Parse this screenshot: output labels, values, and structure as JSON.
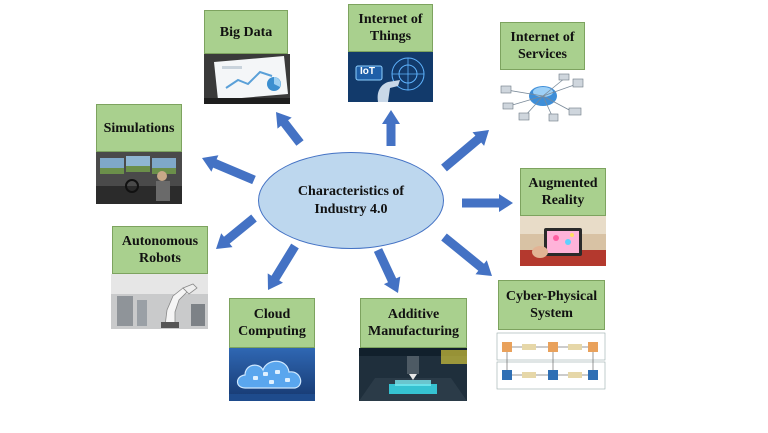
{
  "center": {
    "title": "Characteristics of Industry 4.0"
  },
  "nodes": [
    {
      "id": "big-data",
      "label": "Big Data",
      "icon": "laptop-chart-photo"
    },
    {
      "id": "internet-of-things",
      "label": "Internet of Things",
      "icon": "iot-hand-photo",
      "badge": "IoT"
    },
    {
      "id": "internet-of-services",
      "label": "Internet of Services",
      "icon": "cloud-network-icon"
    },
    {
      "id": "simulations",
      "label": "Simulations",
      "icon": "driving-simulator-photo"
    },
    {
      "id": "augmented-reality",
      "label": "Augmented Reality",
      "icon": "ar-tablet-photo"
    },
    {
      "id": "autonomous-robots",
      "label": "Autonomous Robots",
      "icon": "robot-arm-photo"
    },
    {
      "id": "cloud-computing",
      "label": "Cloud Computing",
      "icon": "cloud-icon"
    },
    {
      "id": "additive-manufacturing",
      "label": "Additive Manufacturing",
      "icon": "3d-printer-photo"
    },
    {
      "id": "cyber-physical-system",
      "label": "Cyber-Physical System",
      "icon": "cps-block-diagram"
    }
  ],
  "colors": {
    "label_fill": "#a9d08e",
    "center_fill": "#bdd7ee",
    "arrow": "#4472c4"
  }
}
